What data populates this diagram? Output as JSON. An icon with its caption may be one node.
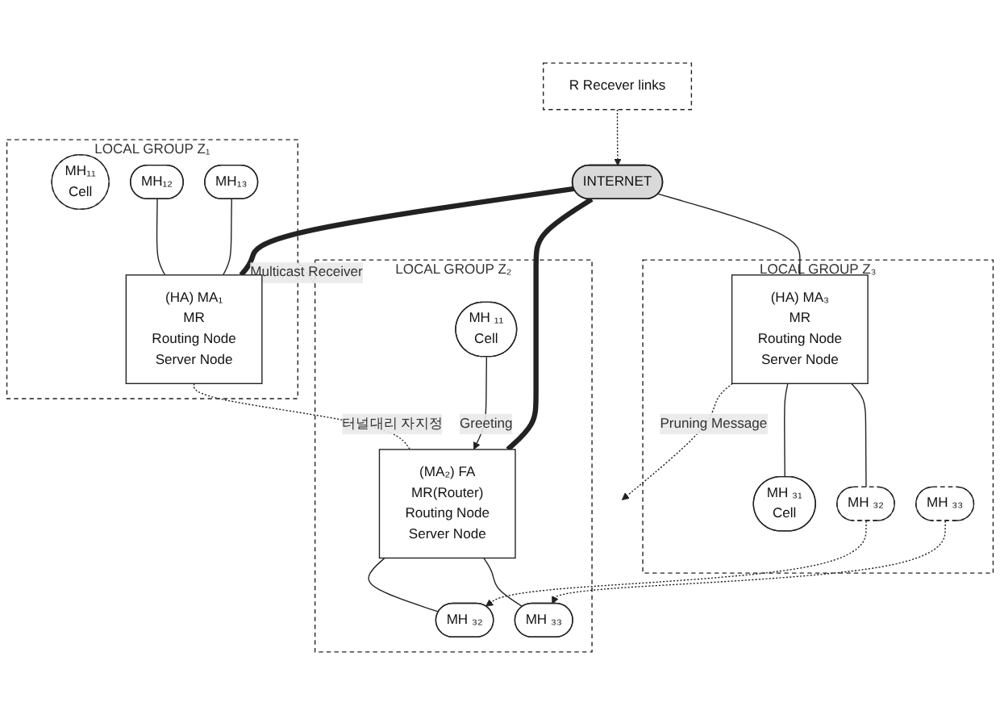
{
  "diagram": {
    "nodes": [
      {
        "text": [
          "INTERNET"
        ]
      },
      {
        "text": [
          "LOCAL GROUP Z₁"
        ]
      },
      {
        "text": [
          "MH₁₁",
          "Cell"
        ],
        "in": 1
      },
      {
        "text": [
          "MH₁₂"
        ],
        "in": 1
      },
      {
        "text": [
          "(HA) MA₁",
          "MR",
          "Routing Node",
          "Server Node"
        ],
        "in": 1
      },
      {
        "text": [
          "MH₁₃"
        ],
        "in": 1
      },
      {
        "text": [
          "LOCAL GROUP Z₂"
        ]
      },
      {
        "text": [
          "MH ₁₁",
          "Cell"
        ],
        "in": 6
      },
      {
        "text": [
          "(MA₂) FA",
          "MR(Router)",
          "Routing Node",
          "Server Node"
        ],
        "in": 6
      },
      {
        "text": [
          "MH ₃₂"
        ],
        "in": 6
      },
      {
        "text": [
          "MH ₃₃"
        ],
        "in": 6
      },
      {
        "text": [
          "LOCAL GROUP Z₃"
        ]
      },
      {
        "text": [
          "(HA) MA₃",
          "MR",
          "Routing Node",
          "Server Node"
        ],
        "in": 11
      },
      {
        "text": [
          "MH ₃₁",
          "Cell"
        ],
        "in": 11
      },
      {
        "text": [
          "MH ₃₂"
        ],
        "in": 11
      },
      {
        "text": [
          "MH ₃₃"
        ],
        "in": 11
      },
      {
        "text": [
          "R Recever links"
        ]
      }
    ],
    "edges": [
      {
        "from": 1,
        "to": 6,
        "arrow": "none",
        "style": "dashed",
        "label": "Multicast Receiver"
      },
      {
        "from": 0,
        "to": 4,
        "arrow": "none",
        "style": "thick"
      },
      {
        "from": 0,
        "to": 8,
        "arrow": "none",
        "style": "thick"
      },
      {
        "from": 0,
        "to": 12,
        "arrow": "none"
      },
      {
        "from": 16,
        "to": 0,
        "arrow": "to",
        "style": "dashed"
      },
      {
        "from": 3,
        "to": 4,
        "arrow": "none"
      },
      {
        "from": 5,
        "to": 4,
        "arrow": "none"
      },
      {
        "from": 4,
        "to": 8,
        "arrow": "none",
        "style": "dashed",
        "label": "터널대리 자지정"
      },
      {
        "from": 7,
        "to": 8,
        "arrow": "to",
        "label": "Greeting"
      },
      {
        "from": 8,
        "to": 9,
        "arrow": "none"
      },
      {
        "from": 8,
        "to": 10,
        "arrow": "none"
      },
      {
        "from": 12,
        "to": null,
        "arrow": "to",
        "style": "dashed",
        "label": "Pruning Message"
      },
      {
        "from": 12,
        "to": 13,
        "arrow": "none"
      },
      {
        "from": 12,
        "to": 14,
        "arrow": "none"
      },
      {
        "from": 14,
        "to": 9,
        "arrow": "to",
        "style": "dashed"
      },
      {
        "from": 15,
        "to": 10,
        "arrow": "to",
        "style": "dashed"
      }
    ]
  }
}
